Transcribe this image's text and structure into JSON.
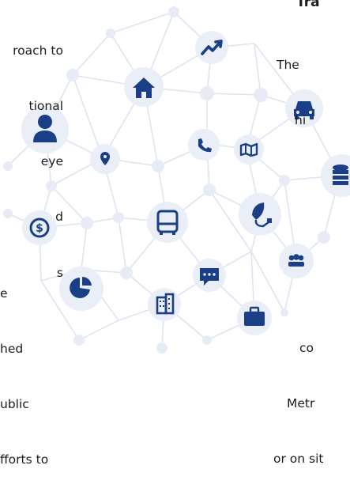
{
  "text": {
    "left_top": [
      "roach to",
      "tional",
      "eye",
      "d",
      "s"
    ],
    "left_bottom": [
      "e",
      "hed",
      "ublic",
      "fforts to"
    ],
    "right_title": "Tra",
    "right_top": [
      "The",
      "hi"
    ],
    "right_bottom": [
      "co",
      "Metr",
      "or on sit"
    ]
  },
  "network": {
    "node_color": "#1b3f87",
    "edge_color": "#dde4f1",
    "dot_color": "#e6ebf5",
    "icons": [
      "trend-up-icon",
      "house-icon",
      "user-icon",
      "car-icon",
      "map-pin-icon",
      "phone-icon",
      "map-icon",
      "database-icon",
      "dollar-icon",
      "bus-icon",
      "leaf-plug-icon",
      "group-icon",
      "pie-chart-icon",
      "chat-icon",
      "building-icon",
      "briefcase-icon"
    ]
  }
}
